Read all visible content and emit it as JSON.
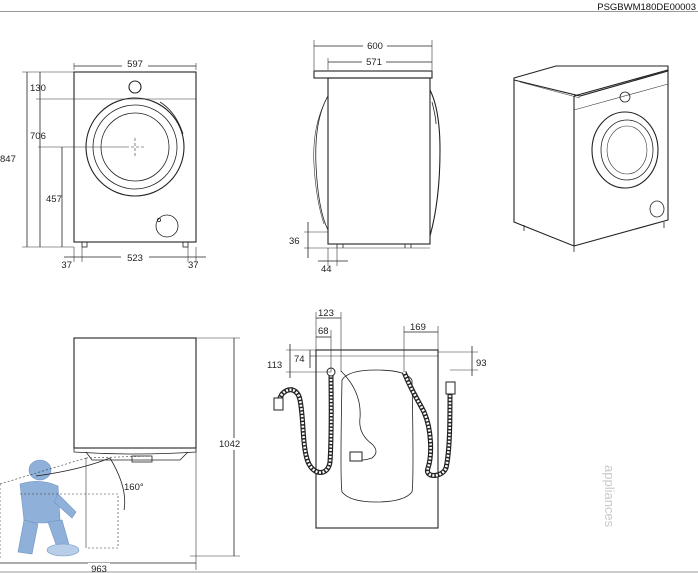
{
  "header": {
    "code": "PSGBWM180DE00003"
  },
  "front_view": {
    "width": "597",
    "top_offset": "130",
    "door_height": "706",
    "total_height": "847",
    "door_center": "457",
    "foot_left": "37",
    "foot_span": "523",
    "foot_right": "37"
  },
  "side_view": {
    "depth_total": "600",
    "depth_body": "571",
    "foot_height": "36",
    "foot_setback": "44"
  },
  "top_view": {
    "door_opening_depth": "1042",
    "door_angle": "160°",
    "total_width": "963"
  },
  "rear_view": {
    "hose_offset_1": "123",
    "hose_offset_2": "68",
    "hose_offset_3": "169",
    "top_drop_left": "113",
    "top_drop_inner": "74",
    "top_drop_right": "93"
  },
  "watermark": "appliances",
  "colors": {
    "line": "#222222",
    "illustration": "#8fb0d8"
  }
}
